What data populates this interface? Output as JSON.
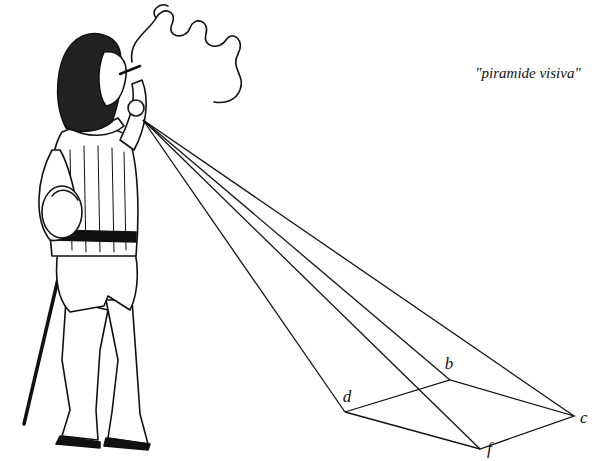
{
  "diagram": {
    "labels": [
      "\"piramide visiva\"",
      "b",
      "c",
      "d",
      "f"
    ]
  }
}
